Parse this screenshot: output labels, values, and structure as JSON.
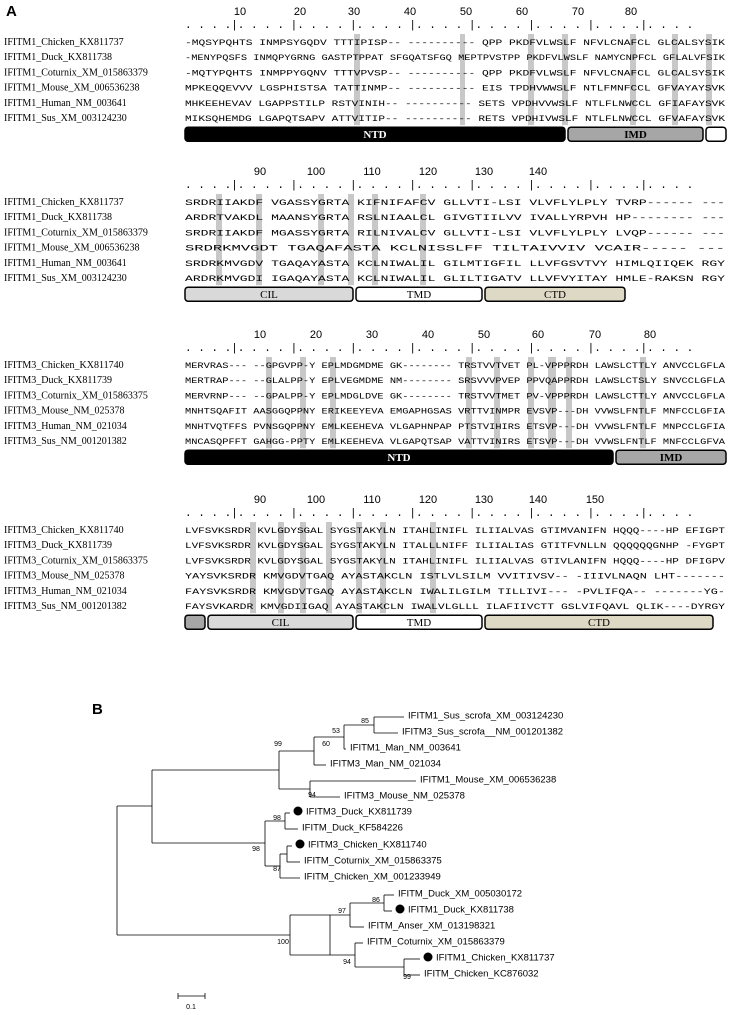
{
  "panel_a": {
    "label": "A",
    "blocks": [
      {
        "ticks": [
          "10",
          "20",
          "30",
          "40",
          "50",
          "60",
          "70",
          "80"
        ],
        "rows": [
          {
            "name": "IFITM1_Chicken_KX811737",
            "seq": "-MQSYPQHTS INMPSYGQDV TTTIPISP-- ---------- QPP PKDFVLWSLF NFVLCNAFCL GLCALSYSIK"
          },
          {
            "name": "IFITM1_Duck_KX811738",
            "seq": "-MENYPQSFS INMQPYGRNG GASTPTPPAT SFGQATSFGQ MEPTPVSTPP PKDFVLWSLF NAMYCNPFCL GFLALVFSIK"
          },
          {
            "name": "IFITM1_Coturnix_XM_015863379",
            "seq": "-MQTYPQHTS INMPPYGQNV TTTVPVSP-- ---------- QPP PKDFVLWSLF NFVLCNAFCL GLCALSYSIK"
          },
          {
            "name": "IFITM1_Mouse_XM_006536238",
            "seq": "MPKEQQEVVV LGSPHISTSA TATTINMP-- ---------- EIS TPDHVWWSLF NTLFMNFCCL GFVAYAYSVK"
          },
          {
            "name": "IFITM1_Human_NM_003641",
            "seq": "MHKEEHEVAV LGAPPSTILP RSTVINIH-- ---------- SETS VPDHVVWSLF NTLFLNWCCL GFIAFAYSVK"
          },
          {
            "name": "IFITM1_Sus_XM_003124230",
            "seq": "MIKSQHEMDG LGAPQTSAPV ATTVITIP-- ---------- RETS VPDHIVWSLF NTLFLNWCCL GFVAFAYSVK"
          }
        ],
        "domains": [
          {
            "label": "NTD",
            "fill": "#000000",
            "text": "#ffffff",
            "bold": true
          },
          {
            "label": "IMD",
            "fill": "#a6a6a6",
            "text": "#000000",
            "bold": true
          },
          {
            "label": "",
            "fill": "#ffffff",
            "text": "#000000",
            "bold": false
          }
        ]
      },
      {
        "ticks": [
          "90",
          "100",
          "110",
          "120",
          "130",
          "140"
        ],
        "rows": [
          {
            "name": "IFITM1_Chicken_KX811737",
            "seq": "SRDRIIAKDF VGASSYGRTA KIFNIFAFCV GLLVTI-LSI VLVFLYLPLY TVRP------ ---"
          },
          {
            "name": "IFITM1_Duck_KX811738",
            "seq": "ARDRTVAKDL MAANSYGRTA RSLNIAALCL GIVGTIILVV IVALLYRPVH HP-------- ---"
          },
          {
            "name": "IFITM1_Coturnix_XM_015863379",
            "seq": "SRDRIIAKDF MGASSYGRTA RILNIVALCV GLLVTI-LSI VLVFLYLPLY LVQP------ ---"
          },
          {
            "name": "IFITM1_Mouse_XM_006536238",
            "seq": "SRDRKMVGDT TGAQAFASTA KCLNISSLFF TILTAIVVIV VCAIR----- ---"
          },
          {
            "name": "IFITM1_Human_NM_003641",
            "seq": "SRDRKMVGDV TGAQAYASTA KCLNIWALIL GILMTIGFIL LLVFGSVTVY HIMLQIIQEK RGY"
          },
          {
            "name": "IFITM1_Sus_XM_003124230",
            "seq": "ARDRKMVGDI IGAQAYASTA KCLNIWALIL GLILTIGATV LLVFVYITAY HMLE-RAKSN RGY"
          }
        ],
        "domains": [
          {
            "label": "CIL",
            "fill": "#d9d9d9",
            "text": "#000000",
            "bold": false
          },
          {
            "label": "TMD",
            "fill": "#ffffff",
            "text": "#000000",
            "bold": false
          },
          {
            "label": "CTD",
            "fill": "#ddd9c4",
            "text": "#000000",
            "bold": false
          }
        ]
      },
      {
        "ticks": [
          "10",
          "20",
          "30",
          "40",
          "50",
          "60",
          "70",
          "80"
        ],
        "rows": [
          {
            "name": "IFITM3_Chicken_KX811740",
            "seq": "MERVRAS--- --GPGVPP-Y EPLMDGMDME GK-------- TRSTVVTVET PL-VPPPRDH LAWSLCTTLY ANVCCLGFLA"
          },
          {
            "name": "IFITM3_Duck_KX811739",
            "seq": "MERTRAP--- --GLALPP-Y EPLVEGMDME NM-------- SRSVVVPVEP PPVQAPPRDH LAWSLCTSLY SNVCCLGFLA"
          },
          {
            "name": "IFITM3_Coturnix_XM_015863375",
            "seq": "MERVRNP--- --GPALPP-Y EPLMDGLDVE GK-------- TRSTVVTMET PV-VPPPRDH LAWSLCTTLY ANVCCLGFLA"
          },
          {
            "name": "IFITM3_Mouse_NM_025378",
            "seq": "MNHTSQAFIT AASGGQPPNY ERIKEEYEVA EMGAPHGSAS VRTTVINMPR EVSVP---DH VVWSLFNTLF MNFCCLGFIA"
          },
          {
            "name": "IFITM3_Human_NM_021034",
            "seq": "MNHTVQTFFS PVNSGQPPNY EMLKEEHEVA VLGAPHNPAP PTSTVIHIRS ETSVP---DH VVWSLFNTLF MNPCCLGFIA"
          },
          {
            "name": "IFITM3_Sus_NM_001201382",
            "seq": "MNCASQPFFT GAHGG-PPTY EMLKEEHEVA VLGAPQTSAP VATTVINIRS ETSVP---DH VVWSLFNTLF MNFCCLGFVA"
          }
        ],
        "domains": [
          {
            "label": "NTD",
            "fill": "#000000",
            "text": "#ffffff",
            "bold": true
          },
          {
            "label": "IMD",
            "fill": "#a6a6a6",
            "text": "#000000",
            "bold": true
          }
        ]
      },
      {
        "ticks": [
          "90",
          "100",
          "110",
          "120",
          "130",
          "140",
          "150"
        ],
        "rows": [
          {
            "name": "IFITM3_Chicken_KX811740",
            "seq": "LVFSVKSRDR KVLGDYSGAL SYGSTAKYLN ITAHLINIFL ILIIALVAS GTIMVANIFN HQQQ----HP EFIGPT"
          },
          {
            "name": "IFITM3_Duck_KX811739",
            "seq": "LVFSVKSRDR KVLGDYSGAL SYGSTAKYLN ITALLLNIFF ILIIALIAS GTITFVNLLN QQQQQQGNHP -FYGPT"
          },
          {
            "name": "IFITM3_Coturnix_XM_015863375",
            "seq": "LVFSVKSRDR KVLGDYSGAL SYGSTAKYLN ITAHLINIFL ILIIALVAS GTIVLANIFN HQQQ----HP DFIGPV"
          },
          {
            "name": "IFITM3_Mouse_NM_025378",
            "seq": "YAYSVKSRDR KMVGDVTGAQ AYASTAKCLN ISTLVLSILM VVITIVSV-- -IIIVLNAQN LHT-------"
          },
          {
            "name": "IFITM3_Human_NM_021034",
            "seq": "FAYSVKSRDR KMVGDVTGAQ AYASTAKCLN IWALILGILM TILLIVI--- -PVLIFQA-- -------YG-"
          },
          {
            "name": "IFITM3_Sus_NM_001201382",
            "seq": "FAYSVKARDR KMVGDIIGAQ AYASTAKCLN IWALVLGLLL ILAFIIVCTT GSLVIFQAVL QLIK----DYRGY"
          }
        ],
        "domains": [
          {
            "label": "",
            "fill": "#a6a6a6",
            "text": "#000000",
            "bold": false
          },
          {
            "label": "CIL",
            "fill": "#d9d9d9",
            "text": "#000000",
            "bold": false
          },
          {
            "label": "TMD",
            "fill": "#ffffff",
            "text": "#000000",
            "bold": false
          },
          {
            "label": "CTD",
            "fill": "#ddd9c4",
            "text": "#000000",
            "bold": false
          }
        ]
      }
    ]
  },
  "panel_b": {
    "label": "B",
    "leaves": [
      {
        "name": "IFITM1_Sus_scrofa_XM_003124230",
        "marked": false
      },
      {
        "name": "IFITM3_Sus_scrofa__NM_001201382",
        "marked": false
      },
      {
        "name": "IFITM1_Man_NM_003641",
        "marked": false
      },
      {
        "name": "IFITM3_Man_NM_021034",
        "marked": false
      },
      {
        "name": "IFITM1_Mouse_XM_006536238",
        "marked": false
      },
      {
        "name": "IFITM3_Mouse_NM_025378",
        "marked": false
      },
      {
        "name": "IFITM3_Duck_KX811739",
        "marked": true
      },
      {
        "name": "IFITM_Duck_KF584226",
        "marked": false
      },
      {
        "name": "IFITM3_Chicken_KX811740",
        "marked": true
      },
      {
        "name": "IFITM_Coturnix_XM_015863375",
        "marked": false
      },
      {
        "name": "IFITM_Chicken_XM_001233949",
        "marked": false
      },
      {
        "name": "IFITM_Duck_XM_005030172",
        "marked": false
      },
      {
        "name": "IFITM1_Duck_KX811738",
        "marked": true
      },
      {
        "name": "IFITM_Anser_XM_013198321",
        "marked": false
      },
      {
        "name": "IFITM_Coturnix_XM_015863379",
        "marked": false
      },
      {
        "name": "IFITM1_Chicken_KX811737",
        "marked": true
      },
      {
        "name": "IFITM_Chicken_KC876032",
        "marked": false
      }
    ],
    "bootstrap": [
      "85",
      "53",
      "60",
      "99",
      "94",
      "98",
      "98",
      "87",
      "86",
      "97",
      "100",
      "94",
      "99"
    ],
    "scale_bar": "0.1",
    "marker_color": "#000000"
  },
  "colors": {
    "conserved_shade": "#c8c8c8",
    "domain_border": "#000000"
  }
}
